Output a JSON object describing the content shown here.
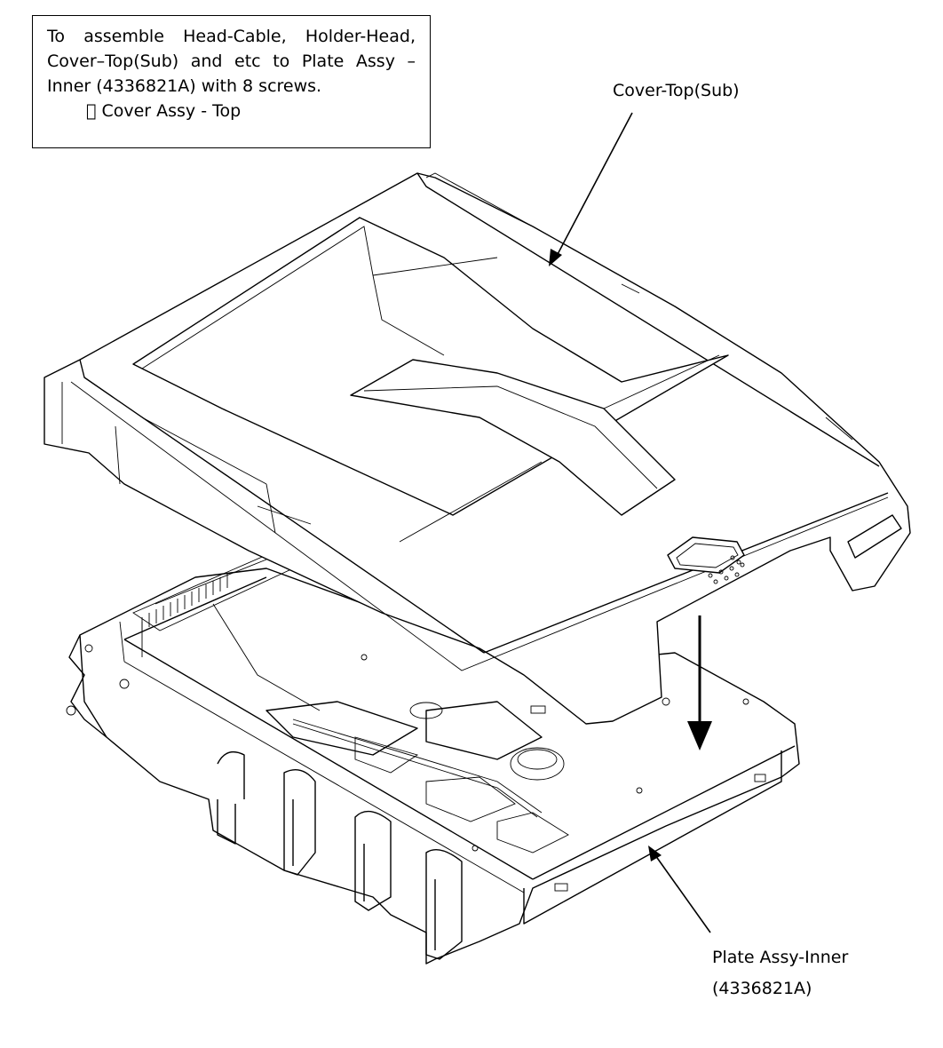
{
  "note": {
    "lines": [
      "To assemble Head-Cable, Holder-Head,",
      "Cover–Top(Sub) and etc to Plate Assy –",
      "Inner (4336821A) with 8 screws.",
      " Cover Assy - Top"
    ]
  },
  "labels": {
    "cover_top_sub": "Cover-Top(Sub)",
    "plate_assy_line1": "Plate Assy-Inner",
    "plate_assy_line2": "(4336821A)"
  }
}
